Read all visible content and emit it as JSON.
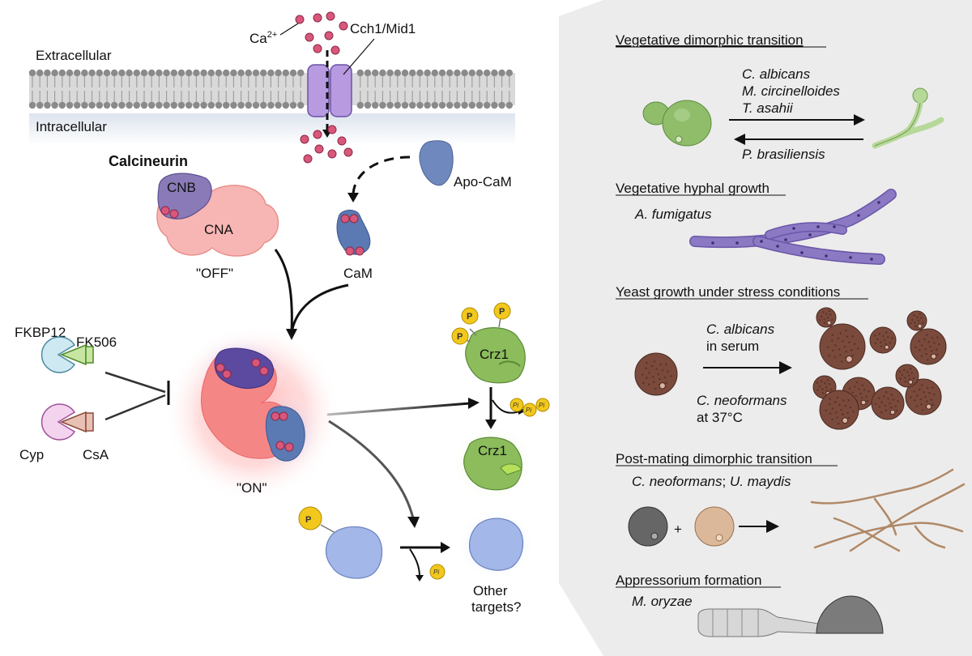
{
  "membrane": {
    "extracellular": "Extracellular",
    "intracellular": "Intracellular",
    "channel": "Cch1/Mid1",
    "calcium": "Ca",
    "calcium_charge": "2+"
  },
  "calcineurin": {
    "title": "Calcineurin",
    "cnb": "CNB",
    "cna": "CNA",
    "off": "\"OFF\"",
    "on": "\"ON\""
  },
  "calmodulin": {
    "apo": "Apo-CaM",
    "cam": "CaM"
  },
  "inhibitors": {
    "fkbp12": "FKBP12",
    "fk506": "FK506",
    "cyp": "Cyp",
    "csa": "CsA"
  },
  "targets": {
    "crz1_top": "Crz1",
    "crz1_bottom": "Crz1",
    "phospho": "P",
    "pi": "Pi",
    "other_line1": "Other",
    "other_line2": "targets?"
  },
  "panels": {
    "vegetative_dimorphic": {
      "title": "Vegetative dimorphic transition",
      "species_forward": [
        "C. albicans",
        "M. circinelloides",
        "T. asahii"
      ],
      "species_reverse": "P. brasiliensis"
    },
    "hyphal_growth": {
      "title": "Vegetative hyphal growth",
      "species": "A. fumigatus"
    },
    "yeast_stress": {
      "title": "Yeast growth under stress conditions",
      "cond1_species": "C. albicans",
      "cond1_text": "in serum",
      "cond2_species": "C. neoformans",
      "cond2_text": "at 37°C"
    },
    "post_mating": {
      "title": "Post-mating dimorphic transition",
      "species_a": "C. neoformans",
      "separator": ";",
      "species_b": "U. maydis",
      "plus": "+"
    },
    "appressorium": {
      "title": "Appressorium formation",
      "species": "M. oryzae"
    }
  },
  "colors": {
    "membrane": "#8a8a8a",
    "calcium": "#d9577a",
    "cna": "#f7b4b2",
    "cnb": "#8a7bb8",
    "cam": "#5b79b3",
    "crz1": "#8cbc5c",
    "phosphate": "#f2c81c",
    "hyphae_purple": "#8c79c4",
    "yeast_brown": "#7a4a3c",
    "panel_bg": "#eeeeee"
  }
}
